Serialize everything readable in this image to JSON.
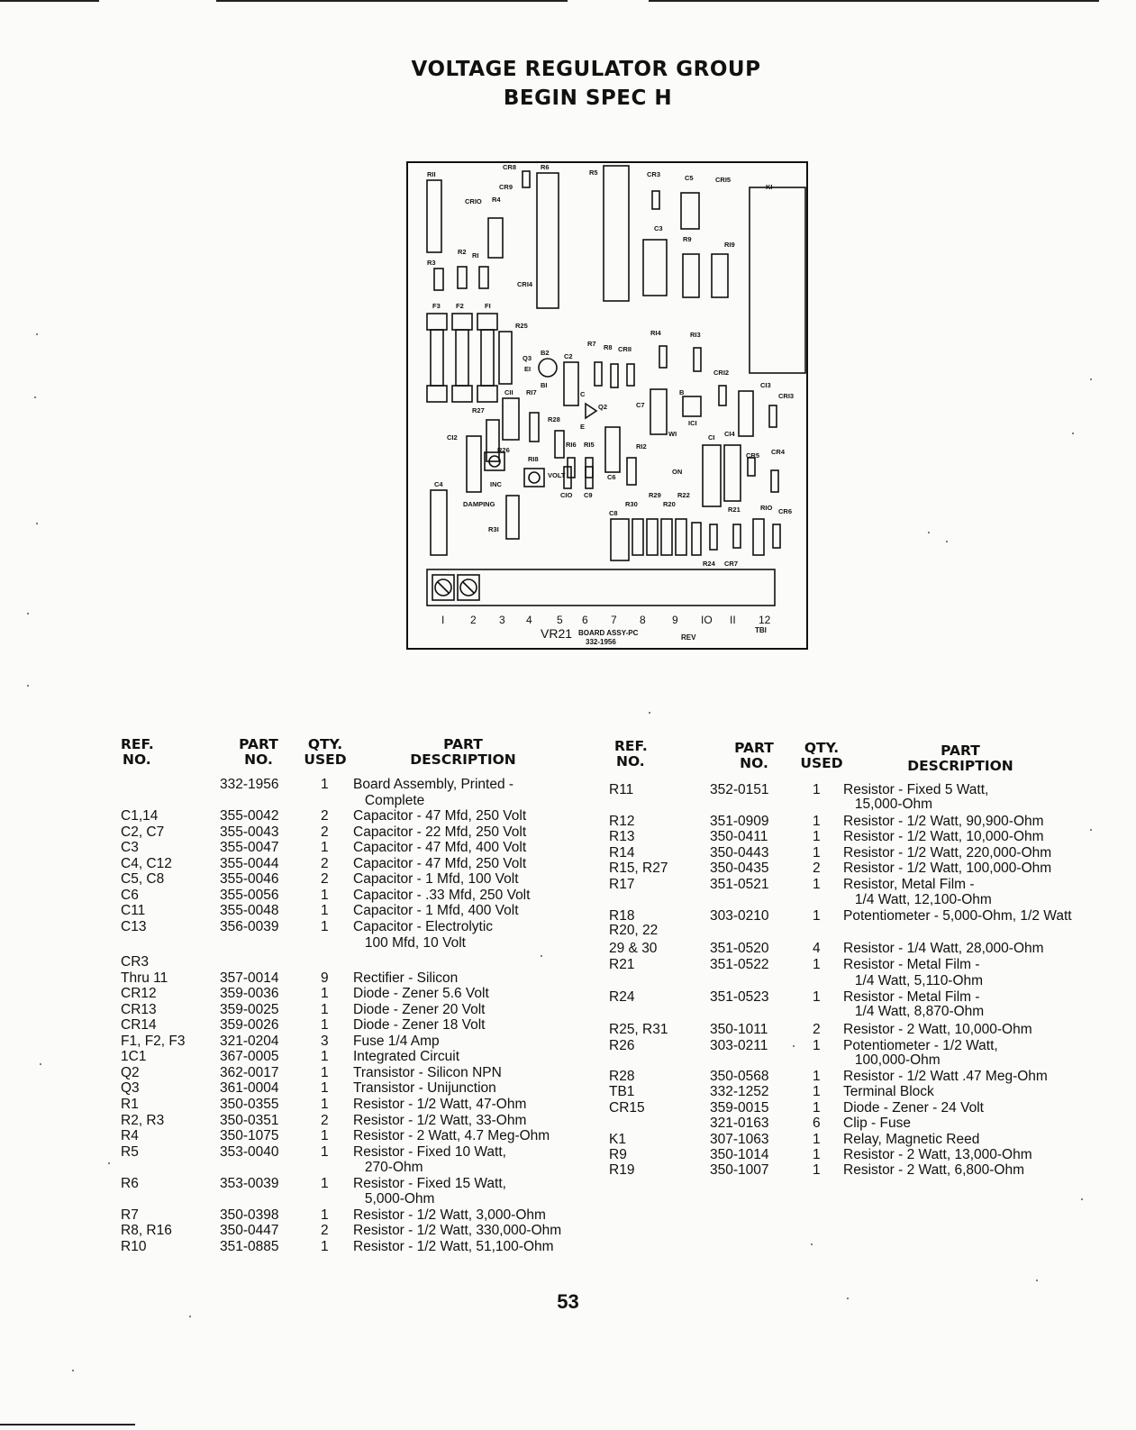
{
  "title": {
    "line1": "VOLTAGE REGULATOR GROUP",
    "line2": "BEGIN SPEC H"
  },
  "diagram": {
    "board_label": "VR21",
    "board_name": "BOARD ASSY-PC",
    "board_part": "332-1956",
    "rev": "REV",
    "terminal_block": "TBI",
    "terminal_numbers": [
      "I",
      "2",
      "3",
      "4",
      "5",
      "6",
      "7",
      "8",
      "9",
      "IO",
      "II",
      "12"
    ],
    "labels": {
      "r11": "RII",
      "cr8": "CR8",
      "r6": "R6",
      "r5": "R5",
      "cr3": "CR3",
      "c5": "C5",
      "cr15": "CRI5",
      "k1": "KI",
      "cr9": "CR9",
      "cr10": "CRIO",
      "r4": "R4",
      "c3": "C3",
      "r9": "R9",
      "r19": "RI9",
      "r2": "R2",
      "r1": "RI",
      "r3": "R3",
      "cr14": "CRI4",
      "f3": "F3",
      "f2": "F2",
      "f1": "FI",
      "r25": "R25",
      "r14": "RI4",
      "r13": "RI3",
      "q3": "Q3",
      "b2": "B2",
      "e1": "EI",
      "c2": "C2",
      "r7": "R7",
      "r8": "R8",
      "cr11": "CRII",
      "cr12": "CRI2",
      "c13": "CI3",
      "cr13": "CRI3",
      "b1": "BI",
      "c11": "CII",
      "r17": "RI7",
      "c": "C",
      "q2": "Q2",
      "c7": "C7",
      "r27": "R27",
      "r28": "R28",
      "e": "E",
      "b": "B",
      "ic1": "ICI",
      "c12": "CI2",
      "r26": "R26",
      "r16": "RI6",
      "r15": "RI5",
      "r12": "RI2",
      "w1": "WI",
      "c1": "CI",
      "c14": "CI4",
      "cr5": "CR5",
      "cr4": "CR4",
      "r18": "RI8",
      "on": "ON",
      "inc": "INC",
      "volt": "VOLT",
      "c6": "C6",
      "c4": "C4",
      "damping": "DAMPING",
      "c10": "CIO",
      "c9": "C9",
      "r29": "R29",
      "r22": "R22",
      "r30": "R30",
      "r20": "R20",
      "c8": "C8",
      "r21": "R21",
      "r10": "RIO",
      "cr6": "CR6",
      "r31": "R3I",
      "r24": "R24",
      "cr7": "CR7"
    }
  },
  "headers": {
    "ref": "REF.",
    "no": "NO.",
    "part": "PART",
    "qty": "QTY.",
    "used": "USED",
    "description": "DESCRIPTION"
  },
  "left_rows": [
    {
      "ref": "",
      "part": "332-1956",
      "qty": "1",
      "desc": "Board Assembly, Printed -"
    },
    {
      "ref": "",
      "part": "",
      "qty": "",
      "desc": "   Complete"
    },
    {
      "ref": "C1,14",
      "part": "355-0042",
      "qty": "2",
      "desc": "Capacitor - 47 Mfd, 250 Volt"
    },
    {
      "ref": "C2, C7",
      "part": "355-0043",
      "qty": "2",
      "desc": "Capacitor - 22 Mfd, 250 Volt"
    },
    {
      "ref": "C3",
      "part": "355-0047",
      "qty": "1",
      "desc": "Capacitor - 47 Mfd, 400 Volt"
    },
    {
      "ref": "C4, C12",
      "part": "355-0044",
      "qty": "2",
      "desc": "Capacitor - 47 Mfd, 250 Volt"
    },
    {
      "ref": "C5, C8",
      "part": "355-0046",
      "qty": "2",
      "desc": "Capacitor - 1 Mfd, 100 Volt"
    },
    {
      "ref": "C6",
      "part": "355-0056",
      "qty": "1",
      "desc": "Capacitor - .33 Mfd, 250 Volt"
    },
    {
      "ref": "C11",
      "part": "355-0048",
      "qty": "1",
      "desc": "Capacitor - 1 Mfd, 400 Volt"
    },
    {
      "ref": "C13",
      "part": "356-0039",
      "qty": "1",
      "desc": "Capacitor - Electrolytic"
    },
    {
      "ref": "",
      "part": "",
      "qty": "",
      "desc": "   100 Mfd, 10 Volt"
    },
    {
      "ref": "CR3",
      "part": "",
      "qty": "",
      "desc": ""
    },
    {
      "ref": " Thru 11",
      "part": "357-0014",
      "qty": "9",
      "desc": "Rectifier - Silicon"
    },
    {
      "ref": "CR12",
      "part": "359-0036",
      "qty": "1",
      "desc": "Diode - Zener 5.6 Volt"
    },
    {
      "ref": "CR13",
      "part": "359-0025",
      "qty": "1",
      "desc": "Diode - Zener 20 Volt"
    },
    {
      "ref": "CR14",
      "part": "359-0026",
      "qty": "1",
      "desc": "Diode - Zener 18 Volt"
    },
    {
      "ref": "F1, F2, F3",
      "part": "321-0204",
      "qty": "3",
      "desc": "Fuse 1/4 Amp"
    },
    {
      "ref": "1C1",
      "part": "367-0005",
      "qty": "1",
      "desc": "Integrated Circuit"
    },
    {
      "ref": "Q2",
      "part": "362-0017",
      "qty": "1",
      "desc": "Transistor - Silicon NPN"
    },
    {
      "ref": "Q3",
      "part": "361-0004",
      "qty": "1",
      "desc": "Transistor - Unijunction"
    },
    {
      "ref": "R1",
      "part": "350-0355",
      "qty": "1",
      "desc": "Resistor - 1/2 Watt, 47-Ohm"
    },
    {
      "ref": "R2, R3",
      "part": "350-0351",
      "qty": "2",
      "desc": "Resistor - 1/2 Watt, 33-Ohm"
    },
    {
      "ref": "R4",
      "part": "350-1075",
      "qty": "1",
      "desc": "Resistor - 2 Watt, 4.7 Meg-Ohm"
    },
    {
      "ref": "R5",
      "part": "353-0040",
      "qty": "1",
      "desc": "Resistor - Fixed 10 Watt,"
    },
    {
      "ref": "",
      "part": "",
      "qty": "",
      "desc": "   270-Ohm"
    },
    {
      "ref": "R6",
      "part": "353-0039",
      "qty": "1",
      "desc": "Resistor - Fixed 15 Watt,"
    },
    {
      "ref": "",
      "part": "",
      "qty": "",
      "desc": "   5,000-Ohm"
    },
    {
      "ref": "R7",
      "part": "350-0398",
      "qty": "1",
      "desc": "Resistor - 1/2 Watt, 3,000-Ohm"
    },
    {
      "ref": "R8, R16",
      "part": "350-0447",
      "qty": "2",
      "desc": "Resistor - 1/2 Watt, 330,000-Ohm"
    },
    {
      "ref": "R10",
      "part": "351-0885",
      "qty": "1",
      "desc": "Resistor - 1/2 Watt, 51,100-Ohm"
    }
  ],
  "right_rows": [
    {
      "ref": "R11",
      "part": "352-0151",
      "qty": "1",
      "desc": "Resistor - Fixed 5 Watt,"
    },
    {
      "ref": "",
      "part": "",
      "qty": "",
      "desc": "   15,000-Ohm"
    },
    {
      "ref": "R12",
      "part": "351-0909",
      "qty": "1",
      "desc": "Resistor - 1/2 Watt, 90,900-Ohm"
    },
    {
      "ref": "R13",
      "part": "350-0411",
      "qty": "1",
      "desc": "Resistor - 1/2 Watt, 10,000-Ohm"
    },
    {
      "ref": "R14",
      "part": "350-0443",
      "qty": "1",
      "desc": "Resistor - 1/2 Watt, 220,000-Ohm"
    },
    {
      "ref": "R15, R27",
      "part": "350-0435",
      "qty": "2",
      "desc": "Resistor - 1/2 Watt, 100,000-Ohm"
    },
    {
      "ref": "R17",
      "part": "351-0521",
      "qty": "1",
      "desc": "Resistor, Metal Film -"
    },
    {
      "ref": "",
      "part": "",
      "qty": "",
      "desc": "   1/4 Watt, 12,100-Ohm"
    },
    {
      "ref": "R18",
      "part": "303-0210",
      "qty": "1",
      "desc": "Potentiometer - 5,000-Ohm, 1/2 Watt"
    },
    {
      "ref": "R20, 22",
      "part": "",
      "qty": "",
      "desc": ""
    },
    {
      "ref": " 29 & 30",
      "part": "351-0520",
      "qty": "4",
      "desc": "Resistor - 1/4 Watt, 28,000-Ohm"
    },
    {
      "ref": "R21",
      "part": "351-0522",
      "qty": "1",
      "desc": "Resistor - Metal Film -"
    },
    {
      "ref": "",
      "part": "",
      "qty": "",
      "desc": "   1/4 Watt, 5,110-Ohm"
    },
    {
      "ref": "R24",
      "part": "351-0523",
      "qty": "1",
      "desc": "Resistor - Metal Film -"
    },
    {
      "ref": "",
      "part": "",
      "qty": "",
      "desc": "   1/4 Watt, 8,870-Ohm"
    },
    {
      "ref": "R25, R31",
      "part": "350-1011",
      "qty": "2",
      "desc": "Resistor - 2 Watt, 10,000-Ohm"
    },
    {
      "ref": "R26",
      "part": "303-0211",
      "qty": "1",
      "desc": "Potentiometer - 1/2 Watt,"
    },
    {
      "ref": "",
      "part": "",
      "qty": "",
      "desc": "   100,000-Ohm"
    },
    {
      "ref": "R28",
      "part": "350-0568",
      "qty": "1",
      "desc": "Resistor - 1/2 Watt .47 Meg-Ohm"
    },
    {
      "ref": "TB1",
      "part": "332-1252",
      "qty": "1",
      "desc": "Terminal Block"
    },
    {
      "ref": "CR15",
      "part": "359-0015",
      "qty": "1",
      "desc": "Diode - Zener - 24 Volt"
    },
    {
      "ref": "",
      "part": "321-0163",
      "qty": "6",
      "desc": "Clip - Fuse"
    },
    {
      "ref": "K1",
      "part": "307-1063",
      "qty": "1",
      "desc": "Relay, Magnetic Reed"
    },
    {
      "ref": "R9",
      "part": "350-1014",
      "qty": "1",
      "desc": "Resistor - 2 Watt, 13,000-Ohm"
    },
    {
      "ref": "R19",
      "part": "350-1007",
      "qty": "1",
      "desc": "Resistor - 2 Watt, 6,800-Ohm"
    }
  ],
  "page_number": "53"
}
